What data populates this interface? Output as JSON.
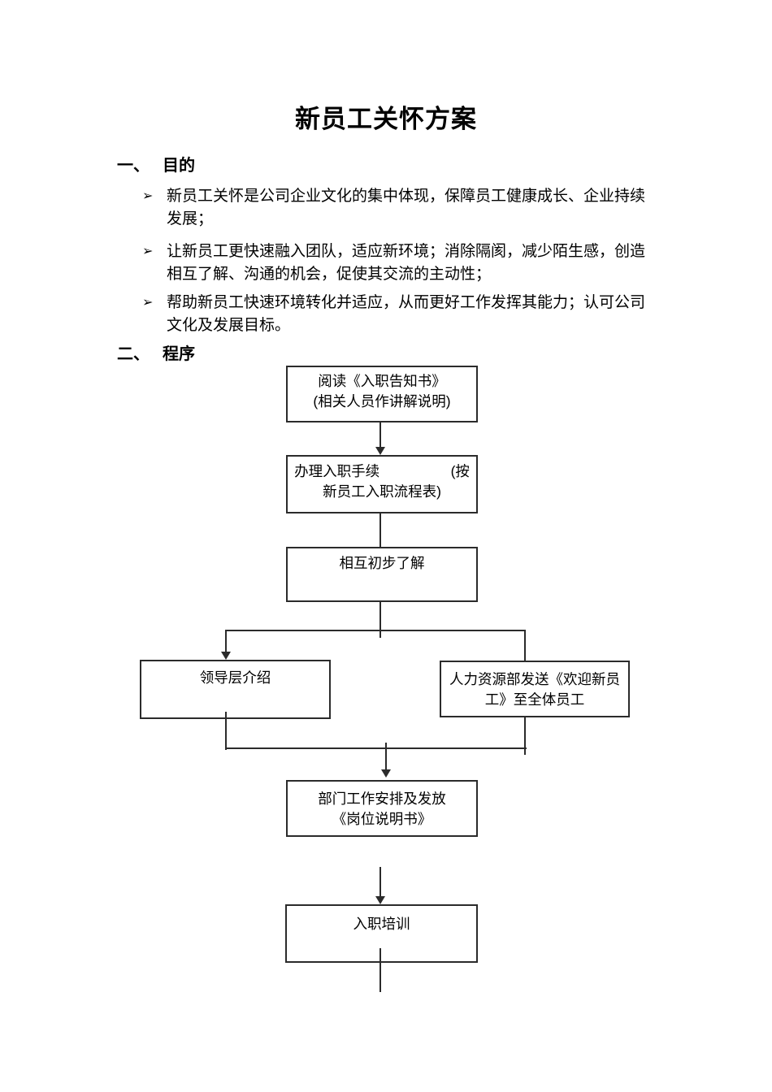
{
  "document": {
    "title": "新员工关怀方案",
    "bullet_marker": "➢",
    "sections": [
      {
        "number": "一、",
        "title": "目的"
      },
      {
        "number": "二、",
        "title": "程序"
      }
    ],
    "bullets": [
      "新员工关怀是公司企业文化的集中体现，保障员工健康成长、企业持续发展；",
      "让新员工更快速融入团队，适应新环境；消除隔阂，减少陌生感，创造相互了解、沟通的机会，促使其交流的主动性；",
      "帮助新员工快速环境转化并适应，从而更好工作发挥其能力；认可公司文化及发展目标。"
    ]
  },
  "flowchart": {
    "boxes": [
      {
        "id": "read-notice",
        "text": "阅读《入职告知书》\n(相关人员作讲解说明)"
      },
      {
        "id": "onboarding-procedure",
        "text": "办理入职手续　　　　　(按\n新员工入职流程表)"
      },
      {
        "id": "mutual-understanding",
        "text": "相互初步了解"
      },
      {
        "id": "leadership-introduction",
        "text": "领导层介绍"
      },
      {
        "id": "hr-welcome-email",
        "text": "人力资源部发送《欢迎新员\n工》至全体员工"
      },
      {
        "id": "department-arrangement",
        "text": "部门工作安排及发放\n《岗位说明书》"
      },
      {
        "id": "onboarding-training",
        "text": "入职培训"
      }
    ],
    "colors": {
      "line": "#2b2b2b",
      "text": "#000000",
      "page_background": "#ffffff"
    }
  }
}
